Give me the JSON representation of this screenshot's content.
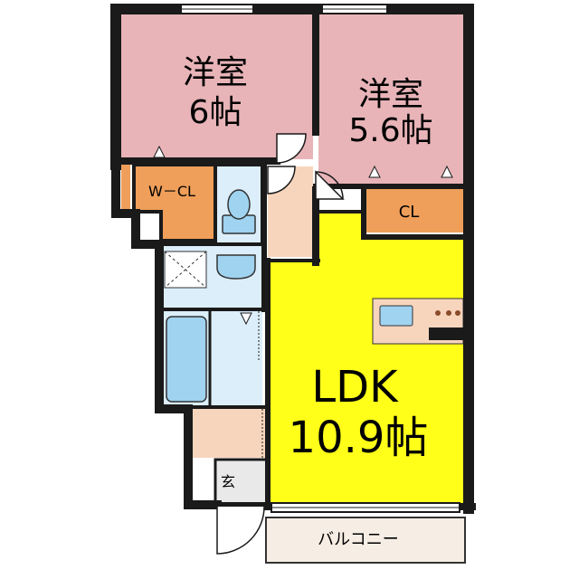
{
  "rooms": {
    "bedroom1": {
      "name": "洋室",
      "size": "6帖"
    },
    "bedroom2": {
      "name": "洋室",
      "size": "5.6帖"
    },
    "ldk": {
      "name": "LDK",
      "size": "10.9帖"
    },
    "walk_in_closet": {
      "name": "W－CL"
    },
    "closet": {
      "name": "CL"
    },
    "entrance": {
      "name": "玄"
    },
    "balcony": {
      "name": "バルコニー"
    }
  },
  "colors": {
    "bedroom": "#e8b4b8",
    "ldk": "#ffff1a",
    "closet": "#ef9f5a",
    "wet_area": "#dbeefa",
    "hallway": "#f7d5bd",
    "balcony": "#f6ede4",
    "entrance": "#e9e9e9",
    "wall": "#1a1a1a"
  },
  "icons": [
    "toilet-icon",
    "washbasin-icon",
    "bathtub-icon",
    "washer-pan-icon",
    "kitchen-sink-icon",
    "stove-icon"
  ]
}
